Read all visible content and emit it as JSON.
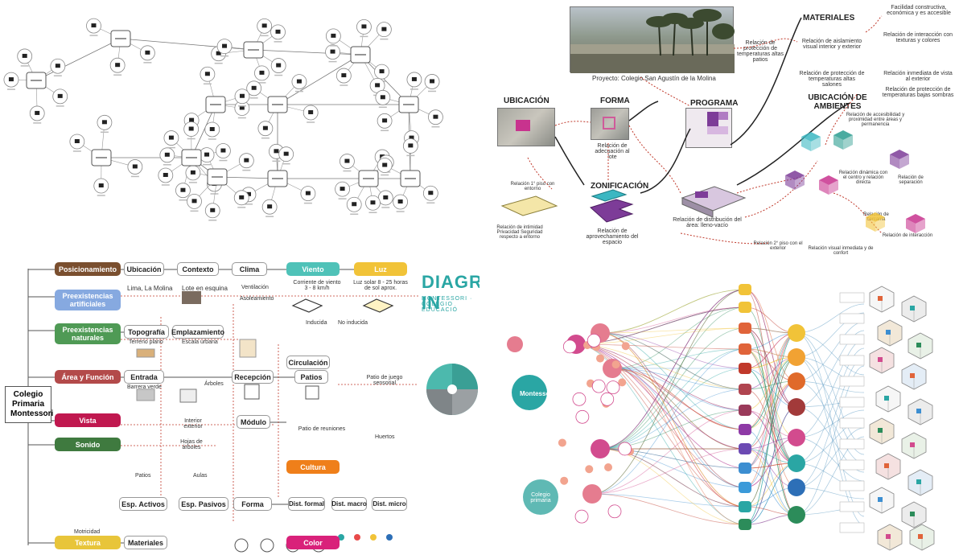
{
  "q2": {
    "photo_caption": "Proyecto: Colegio San Agustín de la Molina",
    "materiales_header": "MATERIALES",
    "ubicacion_header": "UBICACIÓN",
    "forma_header": "FORMA",
    "programa_header": "PROGRAMA",
    "zonificacion_header": "ZONIFICACIÓN",
    "ubic_ambientes_header": "UBICACIÓN DE AMBIENTES",
    "top_right_note": "Facilidad constructiva, económica y es accesible",
    "texts": {
      "proteccion_temp": "Relación de protección de temperaturas altas patios",
      "aislamiento": "Relación de aislamiento visual interior y exterior",
      "proteccion_temp2": "Relación de protección de temperaturas altas salones",
      "interaccion": "Relación de interacción con texturas y colores",
      "inmediata": "Relación inmediata de vista al exterior",
      "proteccion_bajas": "Relación de protección de temperaturas bajas sombras",
      "adecuacion": "Relación de adecuación al lote",
      "accesibilidad": "Relación de accesibilidad y proximidad entre áreas y permanencia",
      "relacion_1piso": "Relación 1° piso con entorno",
      "intimidad": "Relación de intimidad Privacidad Seguridad respecto a entorno",
      "aprovechamiento": "Relación de aprovechamiento del espacio",
      "distribucion": "Relación de distribución del área: lleno-vacío",
      "relacion_2piso": "Relación 2° piso con el exterior",
      "visual_inmediata": "Relación visual inmediata y de confort",
      "dinamica": "Relación dinámica con el centro y relación directa",
      "cercania": "Relación de cercanía",
      "separacion": "Relación de separación",
      "interaccion2": "Relación de interacción"
    }
  },
  "q3": {
    "center": "Colegio Primaria Montessori",
    "left_pills": [
      {
        "label": "Posicionamiento",
        "color": "#7a4f2f"
      },
      {
        "label": "Preexistencias artificiales",
        "color": "#86a9e0"
      },
      {
        "label": "Preexistencias naturales",
        "color": "#4f9a55"
      },
      {
        "label": "Área y Función",
        "color": "#b34a4a"
      },
      {
        "label": "Vista",
        "color": "#c0184f"
      },
      {
        "label": "Sonido",
        "color": "#3f7a3f"
      },
      {
        "label": "Textura",
        "color": "#e8c53a"
      }
    ],
    "top_pills": [
      {
        "label": "Ubicación",
        "style": "outline"
      },
      {
        "label": "Contexto",
        "style": "outline"
      },
      {
        "label": "Clima",
        "style": "outline"
      },
      {
        "label": "Viento",
        "color": "#4fc2b8"
      },
      {
        "label": "Luz",
        "color": "#f1c338"
      }
    ],
    "mid_pills": {
      "topografia": "Topografía",
      "emplazamiento": "Emplazamiento",
      "entrada": "Entrada",
      "recepcion": "Recepción",
      "patios": "Patios",
      "circulacion": "Circulación",
      "modulo": "Módulo",
      "cultura": "Cultura",
      "esp_activos": "Esp. Activos",
      "esp_pasivos": "Esp. Pasivos",
      "forma": "Forma",
      "materiales": "Materiales",
      "color": "Color"
    },
    "small_texts": {
      "lima": "Lima, La Molina",
      "lote": "Lote en esquina",
      "corriente": "Corriente de viento 3 - 8 km/h",
      "luz_solar": "Luz solar 8 - 25 horas de sol aprox.",
      "ventilacion": "Ventilación",
      "asoleamiento": "Asoleamiento",
      "inducida": "Inducida",
      "no_inducida": "No inducida",
      "terreno": "Terreno plano",
      "escala": "Escala urbana",
      "barrera": "Barrera verde",
      "arboles": "Árboles",
      "interior": "Interior exterior",
      "hojas": "Hojas de árboles",
      "patios_sm": "Patios",
      "aulas": "Aulas",
      "motricidad": "Motricidad",
      "patio_juego": "Patio de juego sensorial",
      "huertos": "Huertos",
      "patio_reuniones": "Patio de reuniones",
      "dist_formal": "Dist. formal",
      "dist_macro": "Dist. macro",
      "dist_micro": "Dist. micro"
    }
  },
  "q4": {
    "title": "DIAGRAMA IN",
    "subtitle": "MONTESSORI · COLEGIO EDUCACIÓ",
    "nodes": {
      "montessori": "Montessori",
      "colegio": "Colegio primaria"
    }
  },
  "colors": {
    "teal": "#2aa6a4",
    "red_dotted": "#c0392b",
    "purple": "#8e3aa6",
    "pink": "#d24b8e"
  }
}
